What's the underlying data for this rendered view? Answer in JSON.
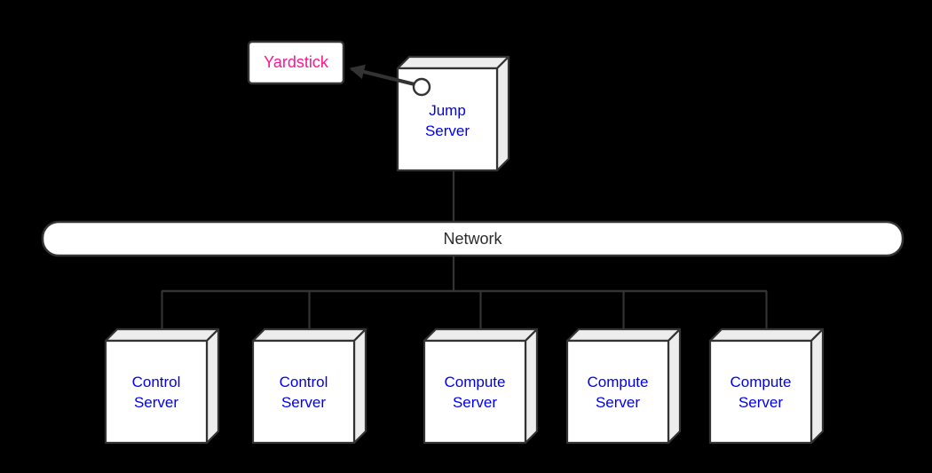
{
  "diagram": {
    "type": "network-architecture-diagram",
    "background_color": "#000000",
    "line_color": "#333333",
    "box_fill": "#ffffff",
    "box_shade_fill": "#ededed",
    "nodes": {
      "yardstick": {
        "label": "Yardstick",
        "shape": "rectangle",
        "text_color": "#ff1493"
      },
      "jump_server": {
        "label": "Jump Server",
        "lines": [
          "Jump",
          "Server"
        ],
        "shape": "box-3d",
        "text_color": "#0000ee",
        "port_marker": "circle"
      },
      "network": {
        "label": "Network",
        "shape": "pill",
        "text_color": "#2b2b2b"
      },
      "servers": [
        {
          "label": "Control Server",
          "lines": [
            "Control",
            "Server"
          ],
          "shape": "box-3d",
          "text_color": "#0000ee"
        },
        {
          "label": "Control Server",
          "lines": [
            "Control",
            "Server"
          ],
          "shape": "box-3d",
          "text_color": "#0000ee"
        },
        {
          "label": "Compute Server",
          "lines": [
            "Compute",
            "Server"
          ],
          "shape": "box-3d",
          "text_color": "#0000ee"
        },
        {
          "label": "Compute Server",
          "lines": [
            "Compute",
            "Server"
          ],
          "shape": "box-3d",
          "text_color": "#0000ee"
        },
        {
          "label": "Compute Server",
          "lines": [
            "Compute",
            "Server"
          ],
          "shape": "box-3d",
          "text_color": "#0000ee"
        }
      ]
    },
    "edges": [
      {
        "from": "jump_server",
        "to": "yardstick",
        "style": "thick-arrow"
      },
      {
        "from": "jump_server",
        "to": "network",
        "style": "line"
      },
      {
        "from": "network",
        "to": "control_server_1",
        "style": "line"
      },
      {
        "from": "network",
        "to": "control_server_2",
        "style": "line"
      },
      {
        "from": "network",
        "to": "compute_server_1",
        "style": "line"
      },
      {
        "from": "network",
        "to": "compute_server_2",
        "style": "line"
      },
      {
        "from": "network",
        "to": "compute_server_3",
        "style": "line"
      }
    ]
  }
}
